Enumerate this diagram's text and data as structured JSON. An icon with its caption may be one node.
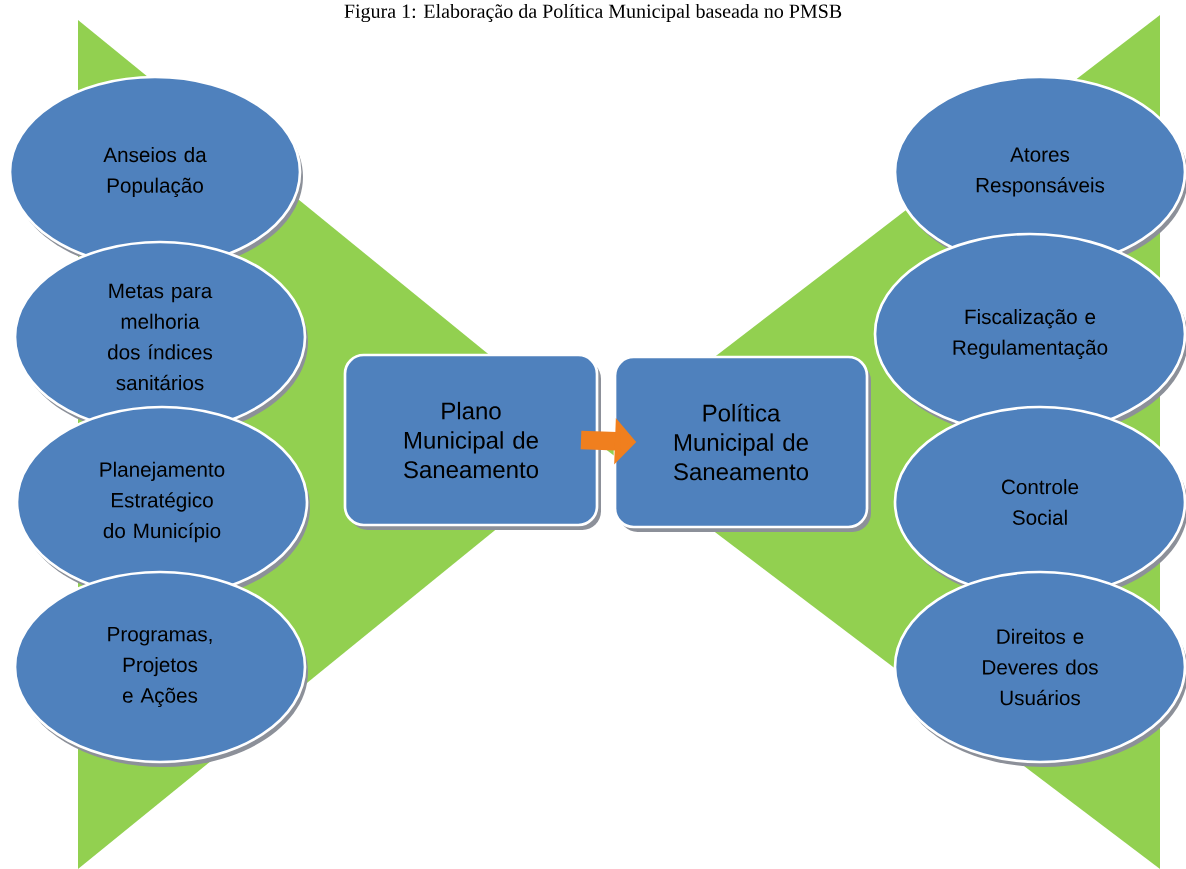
{
  "diagram": {
    "title": "Figura 1: Elaboração da Política Municipal baseada no PMSB",
    "nodes": [
      {
        "text": [
          "Plano Municipal de Saneamento"
        ]
      },
      {
        "text": [
          "Política Municipal de Saneamento"
        ]
      },
      {
        "text": [
          "Anseios da População"
        ]
      },
      {
        "text": [
          "Metas para melhoria dos índices sanitários"
        ]
      },
      {
        "text": [
          "Planejamento Estratégico do Município"
        ]
      },
      {
        "text": [
          "Programas, Projetos e Ações"
        ]
      },
      {
        "text": [
          "Atores Responsáveis"
        ]
      },
      {
        "text": [
          "Fiscalização e Regulamentação"
        ]
      },
      {
        "text": [
          "Controle Social"
        ]
      },
      {
        "text": [
          "Direitos e Deveres dos Usuários"
        ]
      }
    ],
    "edges": [
      {
        "from": 0,
        "to": 1,
        "arrow": "to"
      }
    ]
  }
}
